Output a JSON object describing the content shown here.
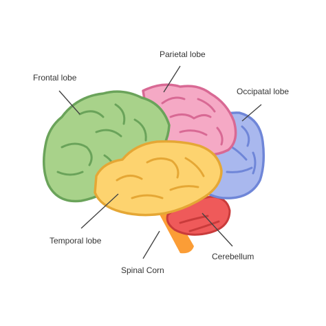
{
  "labels": {
    "frontal": "Frontal lobe",
    "parietal": "Parietal lobe",
    "occipital": "Occipatal lobe",
    "temporal": "Temporal lobe",
    "spinal": "Spinal Corn",
    "cerebellum": "Cerebellum"
  },
  "colors": {
    "frontal_fill": "#a8d28a",
    "frontal_stroke": "#6aa35a",
    "parietal_fill": "#f5a9c5",
    "parietal_stroke": "#d86994",
    "occipital_fill": "#a9b8ee",
    "occipital_stroke": "#6f86d8",
    "temporal_fill": "#fdd36f",
    "temporal_stroke": "#e5a735",
    "cerebellum_fill": "#ef5a5a",
    "cerebellum_stroke": "#c93b3b",
    "stem_fill": "#fb9d36",
    "leader": "#444444",
    "text": "#333333"
  }
}
